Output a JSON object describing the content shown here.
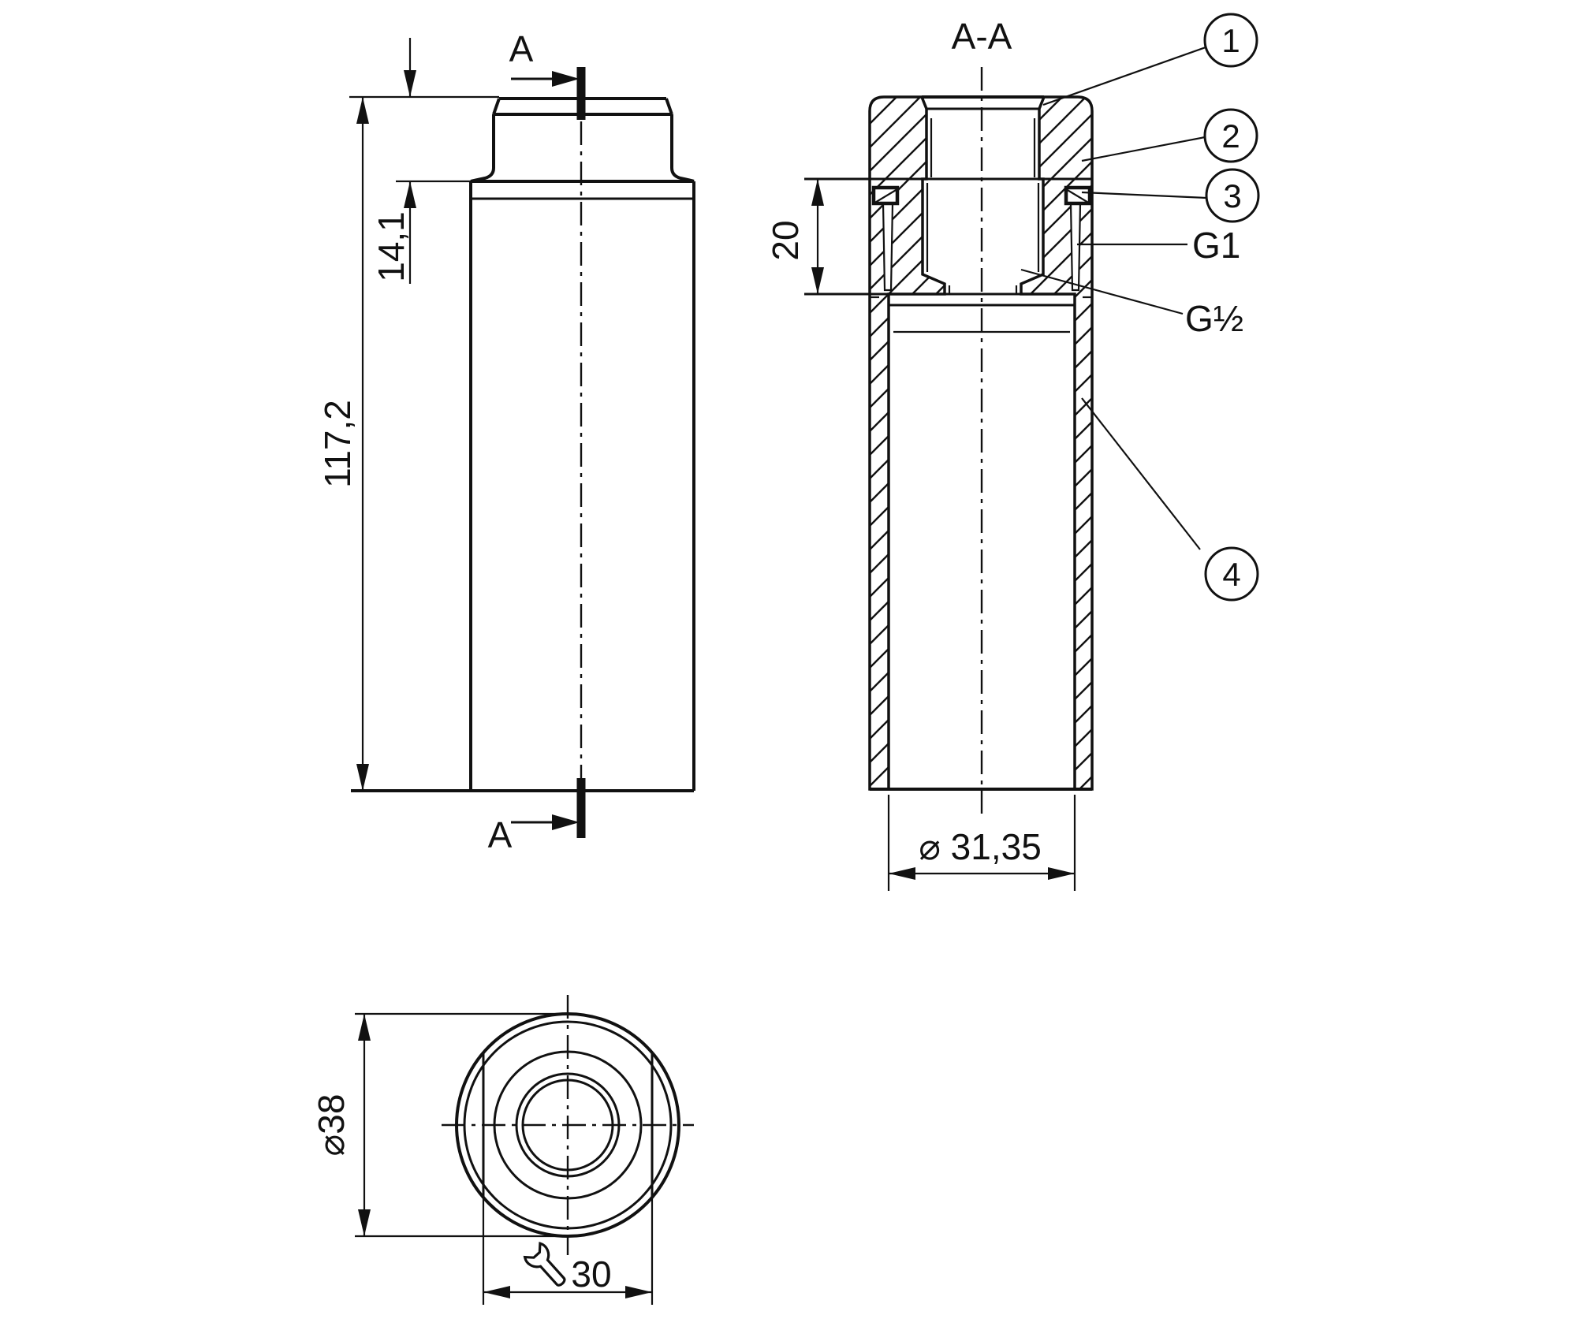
{
  "drawing": {
    "type": "engineering-drawing",
    "line_color": "#111111",
    "background": "#ffffff",
    "front_view": {
      "section_label_top": "A",
      "section_label_bottom": "A",
      "dim_total_length": "117,2",
      "dim_hex_height": "14,1"
    },
    "section_view": {
      "title": "A-A",
      "balloons": [
        "1",
        "2",
        "3",
        "4"
      ],
      "thread_label_outer": "G1",
      "thread_label_inner": "G½",
      "dim_thread_depth": "20",
      "dim_bore_diameter": "⌀ 31,35"
    },
    "bottom_view": {
      "dim_outer_diameter": "⌀38",
      "dim_wrench_size": "30",
      "wrench_symbol": "open-end-wrench-icon"
    }
  }
}
